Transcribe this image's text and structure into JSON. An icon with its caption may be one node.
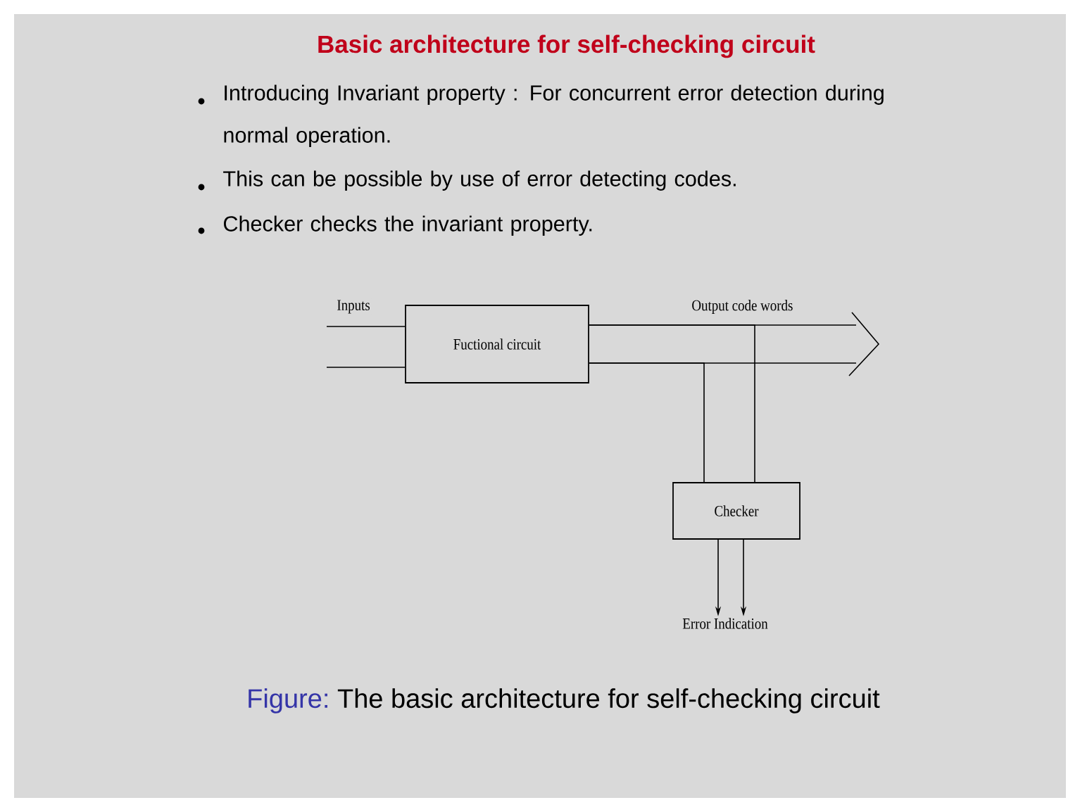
{
  "diagram": {
    "title": "Basic architecture for self-checking circuit",
    "caption": "The basic architecture for self-checking circuit",
    "nodes": [
      {
        "text": [
          "Fuctional circuit"
        ]
      },
      {
        "text": [
          "Checker"
        ]
      },
      {
        "text": [
          "Error Indication"
        ]
      }
    ],
    "edges": [
      {
        "from": null,
        "to": 0,
        "arrow": "none",
        "label": "Inputs"
      },
      {
        "from": null,
        "to": 0,
        "arrow": "none"
      },
      {
        "from": 0,
        "to": null,
        "arrow": "to",
        "label": "Output code words"
      },
      {
        "from": 0,
        "to": 1,
        "arrow": "none"
      },
      {
        "from": 0,
        "to": 1,
        "arrow": "none"
      },
      {
        "from": 1,
        "to": 2,
        "arrow": "to"
      },
      {
        "from": 1,
        "to": 2,
        "arrow": "to"
      }
    ],
    "labels": [
      "Introducing Invariant property : For concurrent error detection during normal operation.",
      "This can be possible by use of error detecting codes.",
      "Checker checks the invariant property.",
      "Figure:"
    ]
  }
}
